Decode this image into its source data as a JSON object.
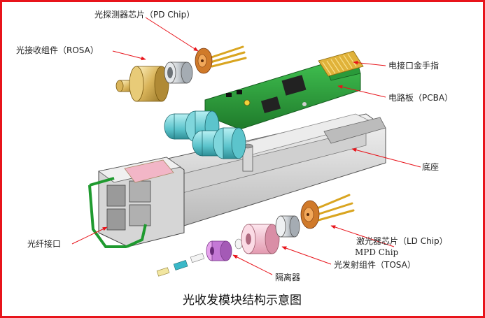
{
  "labels": {
    "pd_chip": "光探测器芯片（PD Chip）",
    "rosa": "光接收组件（ROSA）",
    "gold_finger": "电接口金手指",
    "pcba": "电路板（PCBA）",
    "base": "底座",
    "fiber_port": "光纤接口",
    "ld_chip": "激光器芯片（LD Chip）",
    "mpd_chip": "MPD Chip",
    "tosa": "光发射组件（TOSA）",
    "isolator": "隔离器"
  },
  "caption": "光收发模块结构示意图",
  "colors": {
    "border": "#e8141b",
    "leader": "#e8141b",
    "pcb": "#2a9a3a",
    "housing": "#e2e2e2",
    "gold": "#d9a520",
    "cyan": "#6fd3d9",
    "pink": "#f2b6c7",
    "violet": "#c478d6"
  }
}
